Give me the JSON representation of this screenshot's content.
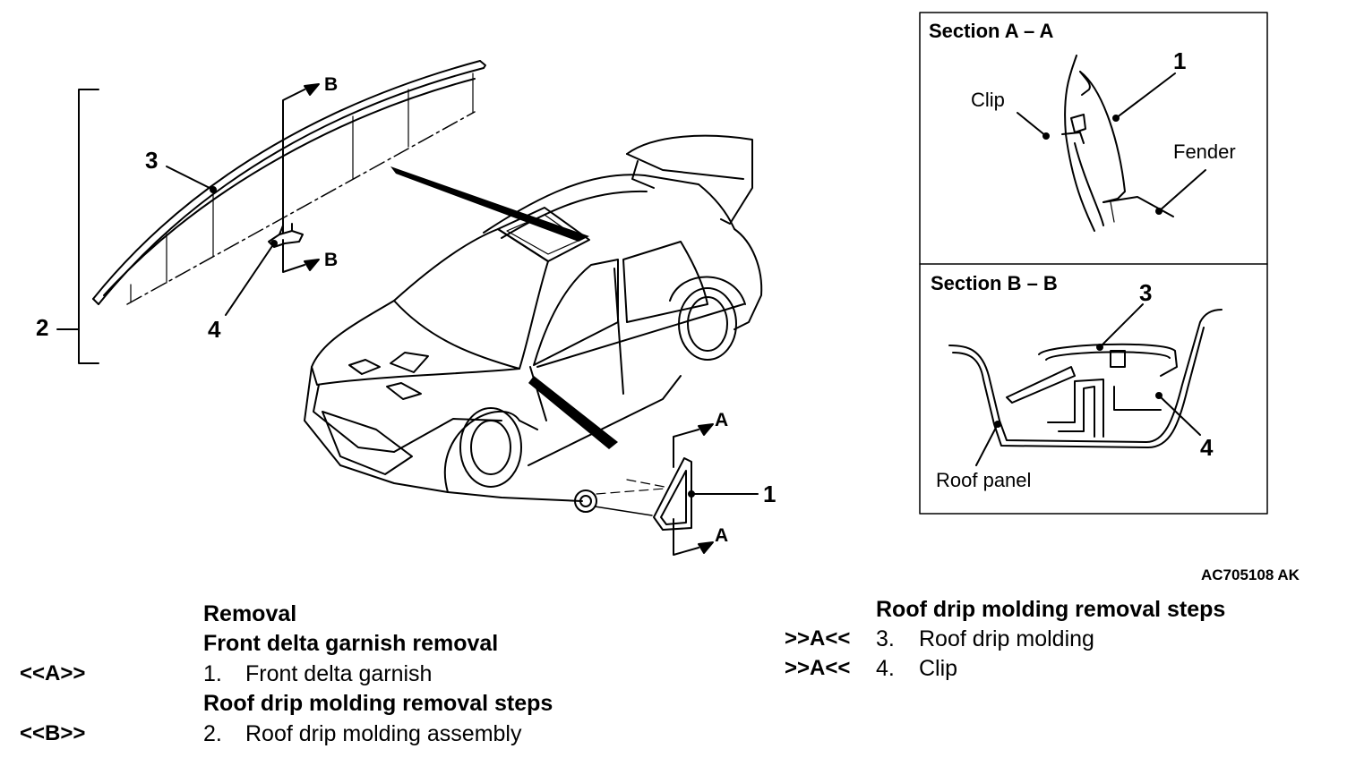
{
  "figure": {
    "callouts": {
      "n1": "1",
      "n2": "2",
      "n3": "3",
      "n4": "4"
    },
    "cut_marks": {
      "a": "A",
      "b": "B"
    },
    "figure_code": "AC705108 AK"
  },
  "section_aa": {
    "title": "Section A – A",
    "callout": "1",
    "labels": {
      "clip": "Clip",
      "fender": "Fender"
    }
  },
  "section_bb": {
    "title": "Section B – B",
    "callouts": {
      "n3": "3",
      "n4": "4"
    },
    "labels": {
      "roof_panel": "Roof panel"
    }
  },
  "procedure_left": {
    "heading": "Removal",
    "groups": [
      {
        "title": "Front delta garnish removal",
        "steps": [
          {
            "tag": "<<A>>",
            "num": "1.",
            "name": "Front delta garnish"
          }
        ]
      },
      {
        "title": "Roof drip molding removal steps",
        "steps": [
          {
            "tag": "<<B>>",
            "num": "2.",
            "name": "Roof drip molding assembly"
          }
        ]
      }
    ]
  },
  "procedure_right": {
    "title": "Roof drip molding removal steps",
    "steps": [
      {
        "tag": ">>A<<",
        "num": "3.",
        "name": "Roof drip molding"
      },
      {
        "tag": ">>A<<",
        "num": "4.",
        "name": "Clip"
      }
    ]
  }
}
